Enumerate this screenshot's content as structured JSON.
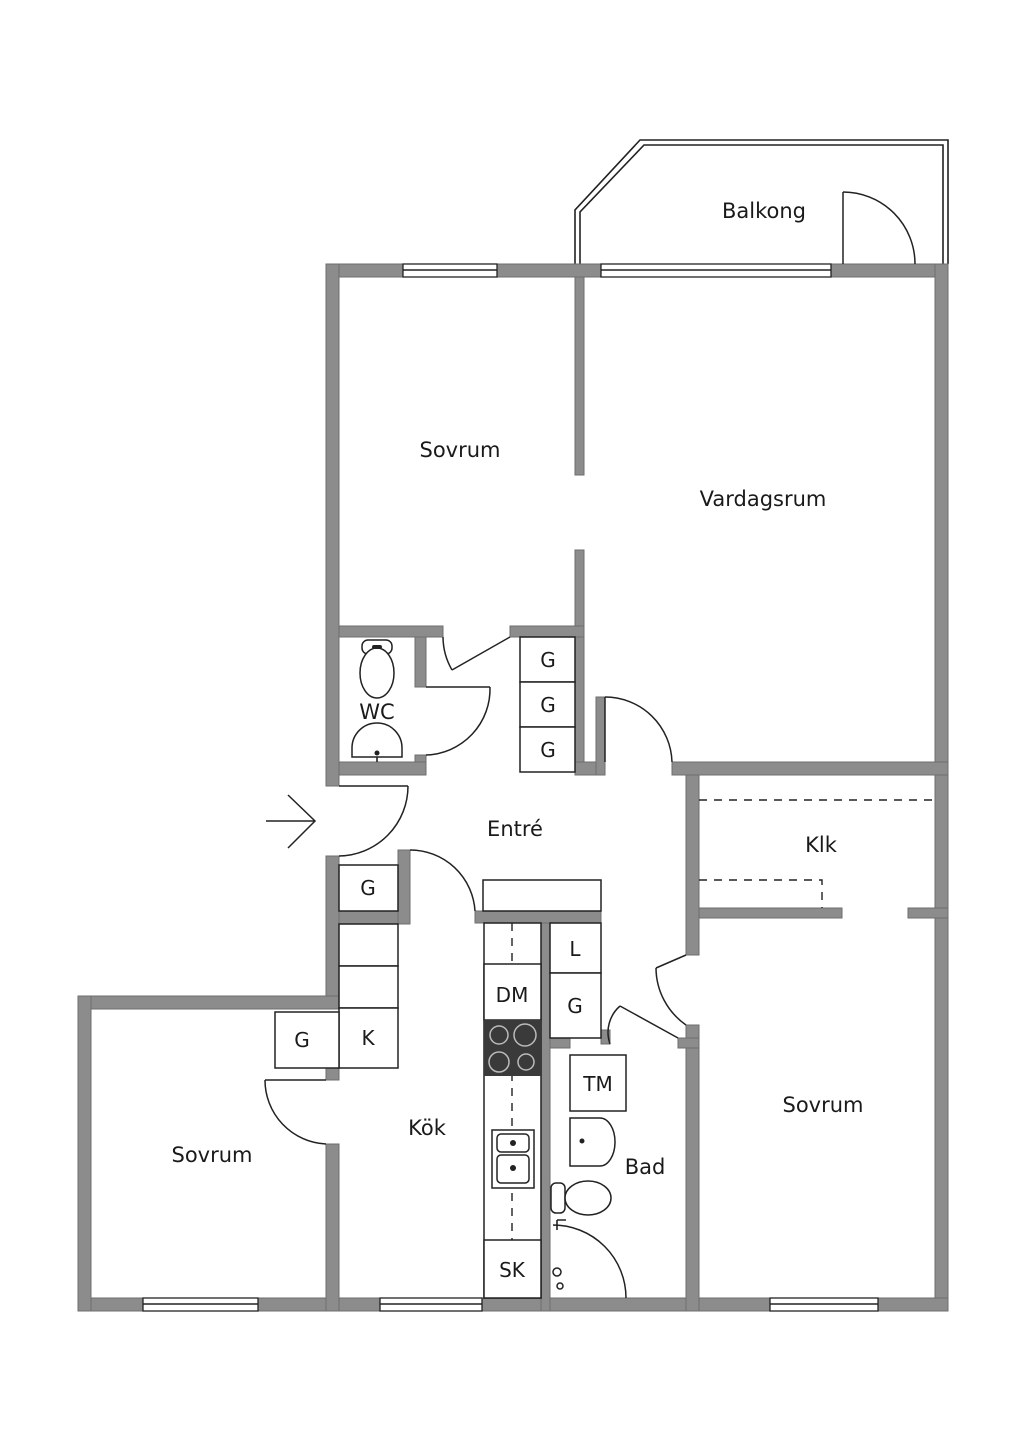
{
  "rooms": {
    "balkong": "Balkong",
    "sovrum_top": "Sovrum",
    "vardagsrum": "Vardagsrum",
    "wc": "WC",
    "entre": "Entré",
    "klk": "Klk",
    "kok": "Kök",
    "sovrum_left": "Sovrum",
    "sovrum_right": "Sovrum",
    "bad": "Bad"
  },
  "fixtures": {
    "g": "G",
    "k": "K",
    "l": "L",
    "dm": "DM",
    "sk": "SK",
    "tm": "TM"
  },
  "colors": {
    "wall": "#8c8c8c",
    "line": "#222222",
    "stove": "#3a3a3a"
  }
}
